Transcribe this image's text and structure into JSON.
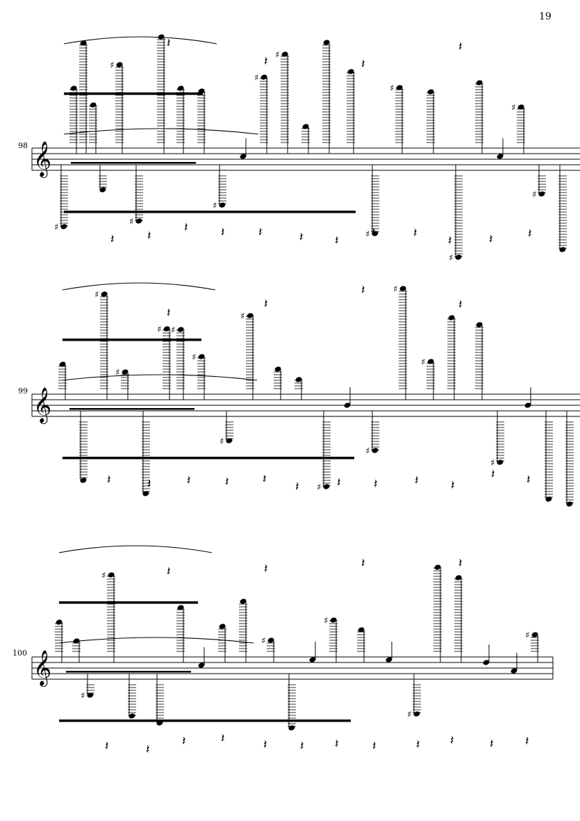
{
  "page": {
    "number": "19"
  },
  "systems": [
    {
      "measure_number": "98"
    },
    {
      "measure_number": "99"
    },
    {
      "measure_number": "100"
    }
  ]
}
